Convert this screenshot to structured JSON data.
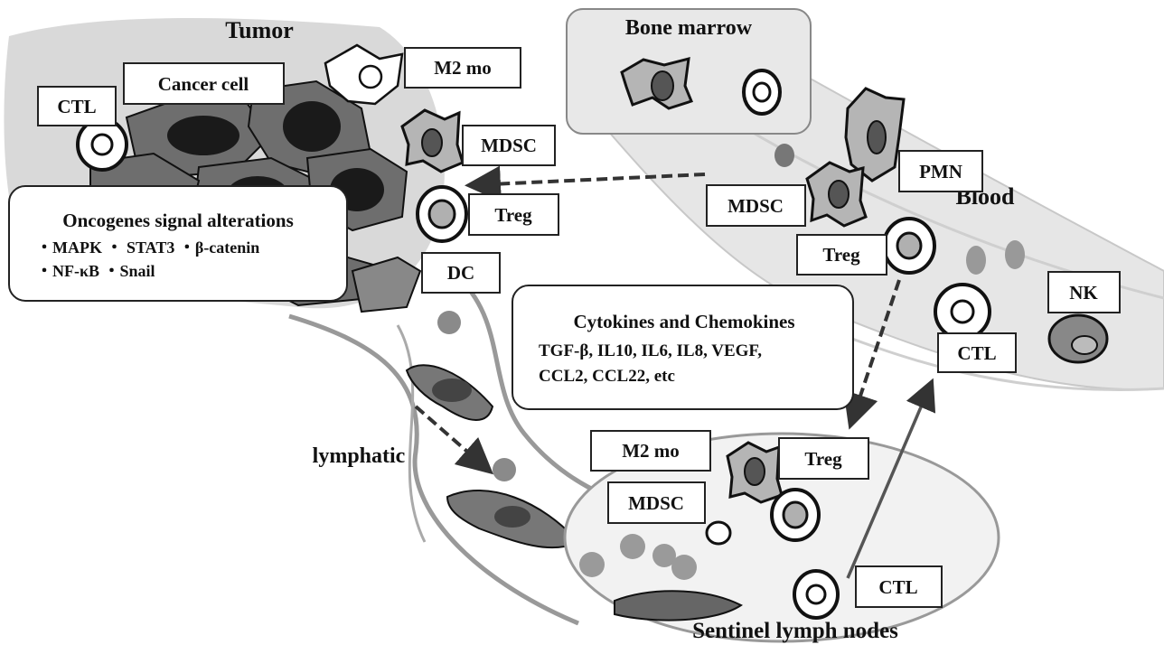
{
  "regions": {
    "tumor": "Tumor",
    "bone_marrow": "Bone marrow",
    "blood": "Blood",
    "lymphatic": "lymphatic",
    "sentinel": "Sentinel lymph nodes"
  },
  "tumor_labels": {
    "ctl": "CTL",
    "cancer_cell": "Cancer cell",
    "m2mo": "M2 mo",
    "mdsc": "MDSC",
    "treg": "Treg",
    "dc": "DC"
  },
  "blood_labels": {
    "pmn": "PMN",
    "mdsc": "MDSC",
    "treg": "Treg",
    "nk": "NK",
    "ctl": "CTL"
  },
  "node_labels": {
    "m2mo": "M2 mo",
    "mdsc": "MDSC",
    "treg": "Treg",
    "ctl": "CTL"
  },
  "oncogenes": {
    "title": "Oncogenes signal alterations",
    "line1": "・MAPK ・ STAT3 ・β-catenin",
    "line2": "・NF-κB ・Snail"
  },
  "cytokines": {
    "title": "Cytokines and Chemokines",
    "line1": "TGF-β, IL10, IL6, IL8, VEGF,",
    "line2": "CCL2, CCL22, etc"
  },
  "colors": {
    "tumor_bg": "#d9d9d9",
    "cancer_cell": "#6e6e6e",
    "nucleus": "#1a1a1a",
    "blood_vessel": "#e4e4e4",
    "rbc": "#8a8a8a",
    "stroke": "#222222"
  }
}
